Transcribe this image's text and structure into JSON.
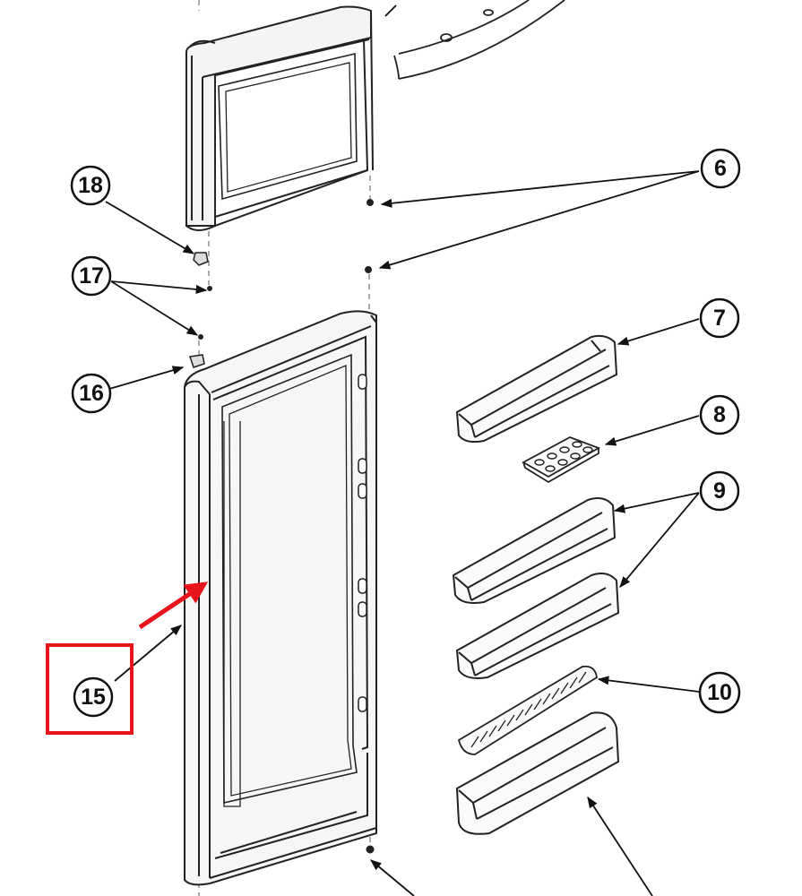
{
  "callouts": [
    {
      "id": "6",
      "label": "6"
    },
    {
      "id": "7",
      "label": "7"
    },
    {
      "id": "8",
      "label": "8"
    },
    {
      "id": "9",
      "label": "9"
    },
    {
      "id": "10",
      "label": "10"
    },
    {
      "id": "15",
      "label": "15"
    },
    {
      "id": "16",
      "label": "16"
    },
    {
      "id": "17",
      "label": "17"
    },
    {
      "id": "18",
      "label": "18"
    }
  ],
  "highlight": {
    "target": "15",
    "color": "#e8141b"
  }
}
